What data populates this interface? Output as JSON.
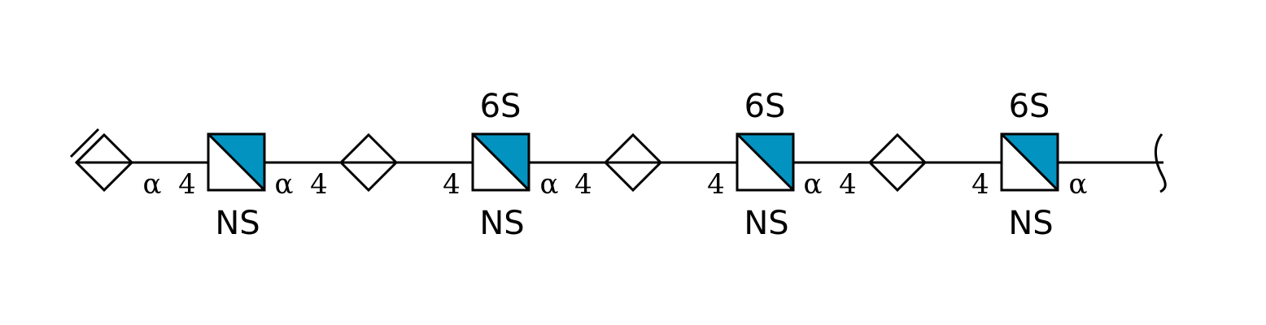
{
  "colors": {
    "glcnac_fill": "#0393C0",
    "outline": "#000000",
    "background": "#ffffff"
  },
  "residues": [
    {
      "type": "HexA",
      "shape": "diamond-icon"
    },
    {
      "type": "GlcNAc",
      "shape": "half-filled-square-icon",
      "bottom": "NS",
      "top": ""
    },
    {
      "type": "HexA",
      "shape": "diamond-icon"
    },
    {
      "type": "GlcNAc",
      "shape": "half-filled-square-icon",
      "bottom": "NS",
      "top": "6S"
    },
    {
      "type": "HexA",
      "shape": "diamond-icon"
    },
    {
      "type": "GlcNAc",
      "shape": "half-filled-square-icon",
      "bottom": "NS",
      "top": "6S"
    },
    {
      "type": "HexA",
      "shape": "diamond-icon"
    },
    {
      "type": "GlcNAc",
      "shape": "half-filled-square-icon",
      "bottom": "NS",
      "top": "6S"
    }
  ],
  "links": [
    {
      "anomer": "α",
      "position": "4"
    },
    {
      "anomer": "α",
      "position": "4"
    },
    {
      "anomer": "",
      "position": "4"
    },
    {
      "anomer": "α",
      "position": "4"
    },
    {
      "anomer": "",
      "position": "4"
    },
    {
      "anomer": "α",
      "position": "4"
    },
    {
      "anomer": "",
      "position": "4"
    }
  ],
  "reducing_end": {
    "anomer": "α"
  }
}
